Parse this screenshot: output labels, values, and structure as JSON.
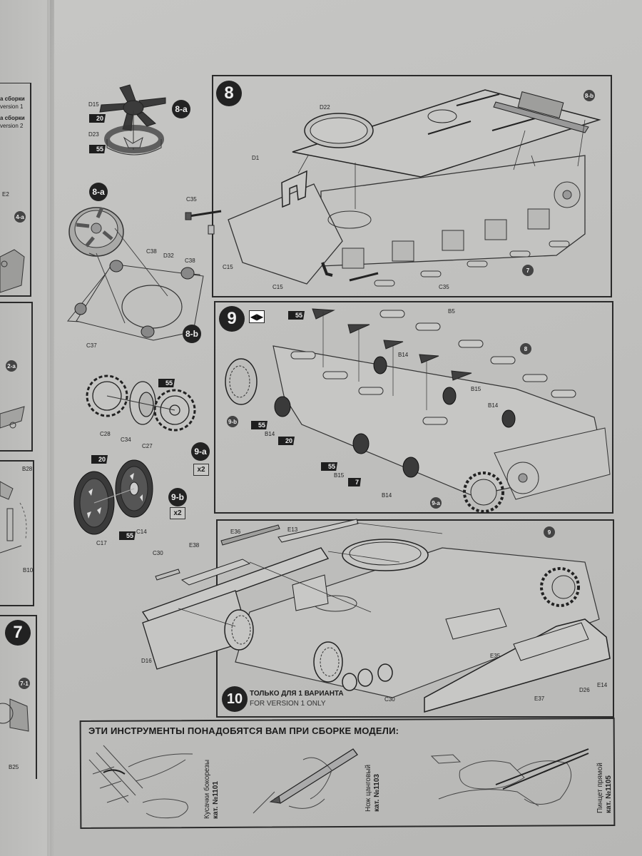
{
  "document": {
    "type": "model kit assembly instructions",
    "left_page": {
      "version_labels": [
        {
          "ru": "а сборки",
          "en": "version 1"
        },
        {
          "ru": "а сборки",
          "en": "version 2"
        }
      ],
      "step_badges": [
        "4-a",
        "2-a",
        "7-1"
      ],
      "step_number": "7",
      "part_labels": [
        "E2",
        "B28",
        "B10",
        "B25"
      ]
    },
    "subassemblies": {
      "s8a": {
        "badge": "8-a",
        "parts": [
          "D15",
          "D23"
        ],
        "glue": [
          "20",
          "55"
        ]
      },
      "s8b": {
        "badge": "8-b",
        "ref_badge": "8-a",
        "parts": [
          "C38",
          "D32",
          "C38",
          "C37"
        ]
      },
      "s9a": {
        "badge": "9-a",
        "qty": "x2",
        "parts": [
          "C28",
          "C34",
          "C27"
        ],
        "glue": [
          "55"
        ]
      },
      "s9b": {
        "badge": "9-b",
        "qty": "x2",
        "parts": [
          "C17",
          "C14"
        ],
        "glue": [
          "20",
          "55"
        ]
      }
    },
    "steps": [
      {
        "number": "8",
        "parts": [
          "D22",
          "D1",
          "C35",
          "C15",
          "C15",
          "C35"
        ],
        "ref_badges": [
          "8-b",
          "7"
        ]
      },
      {
        "number": "9",
        "symmetry_icon": "mirror-arrows-icon",
        "parts": [
          "B5",
          "B14",
          "B15",
          "B14",
          "B14",
          "B15",
          "B14"
        ],
        "glue": [
          "55",
          "55",
          "20",
          "55",
          "7"
        ],
        "ref_badges": [
          "8",
          "9-b",
          "9-a"
        ]
      },
      {
        "number": "10",
        "title_ru": "ТОЛЬКО ДЛЯ 1 ВАРИАНТА",
        "title_en": "FOR VERSION 1 ONLY",
        "parts": [
          "E36",
          "E13",
          "C30",
          "E38",
          "D16",
          "C30",
          "E35",
          "E37",
          "D26",
          "E14"
        ],
        "ref_badges": [
          "9"
        ]
      }
    ],
    "tools": {
      "title": "ЭТИ ИНСТРУМЕНТЫ ПОНАДОБЯТСЯ ВАМ ПРИ СБОРКЕ МОДЕЛИ:",
      "items": [
        {
          "name": "Кусачки бокорезы",
          "cat": "кат. №1101"
        },
        {
          "name": "Нож цанговый",
          "cat": "кат. №1103"
        },
        {
          "name": "Пинцет прямой",
          "cat": "кат. №1105"
        }
      ]
    }
  }
}
